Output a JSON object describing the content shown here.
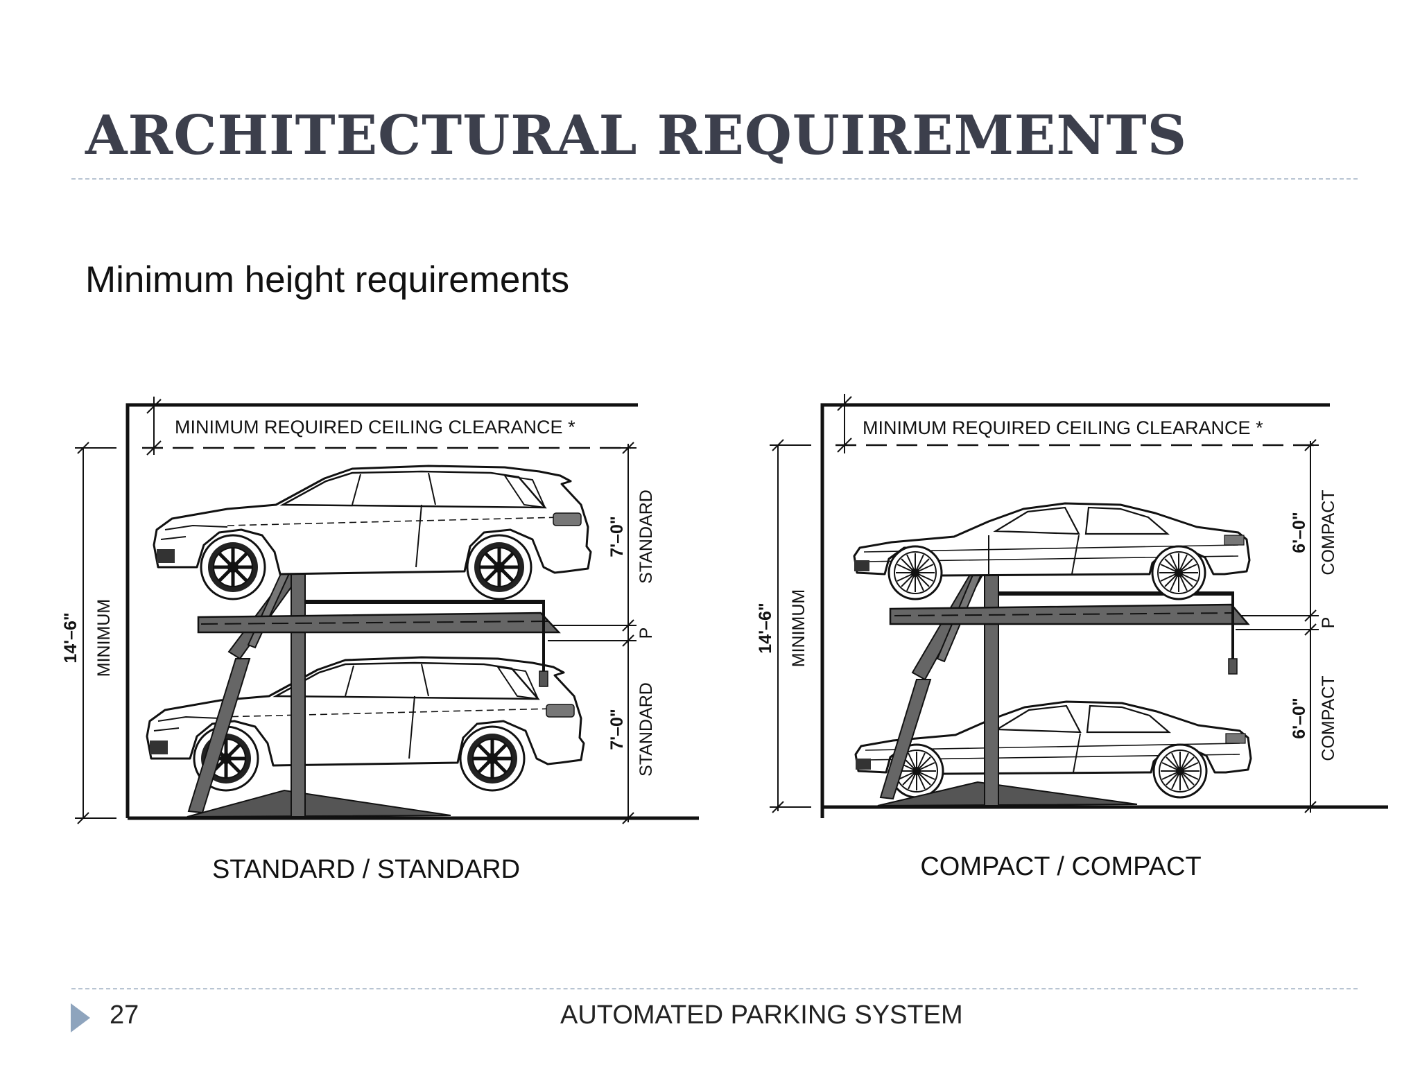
{
  "slide": {
    "title": "ARCHITECTURAL REQUIREMENTS",
    "subtitle": "Minimum height requirements",
    "page_number": "27",
    "footer": "AUTOMATED PARKING SYSTEM",
    "footer_icon": "triangle-bullet-icon"
  },
  "diagrams": [
    {
      "caption": "STANDARD / STANDARD",
      "ceiling_label": "MINIMUM REQUIRED CEILING CLEARANCE *",
      "total_height": "14'–6\"",
      "total_label": "MINIMUM",
      "upper_height": "7'–0\"",
      "upper_label": "STANDARD",
      "platform_label": "P",
      "lower_height": "7'–0\"",
      "lower_label": "STANDARD",
      "vehicle": "suv"
    },
    {
      "caption": "COMPACT / COMPACT",
      "ceiling_label": "MINIMUM REQUIRED CEILING CLEARANCE *",
      "total_height": "14'–6\"",
      "total_label": "MINIMUM",
      "upper_height": "6'–0\"",
      "upper_label": "COMPACT",
      "platform_label": "P",
      "lower_height": "6'–0\"",
      "lower_label": "COMPACT",
      "vehicle": "coupe"
    }
  ]
}
